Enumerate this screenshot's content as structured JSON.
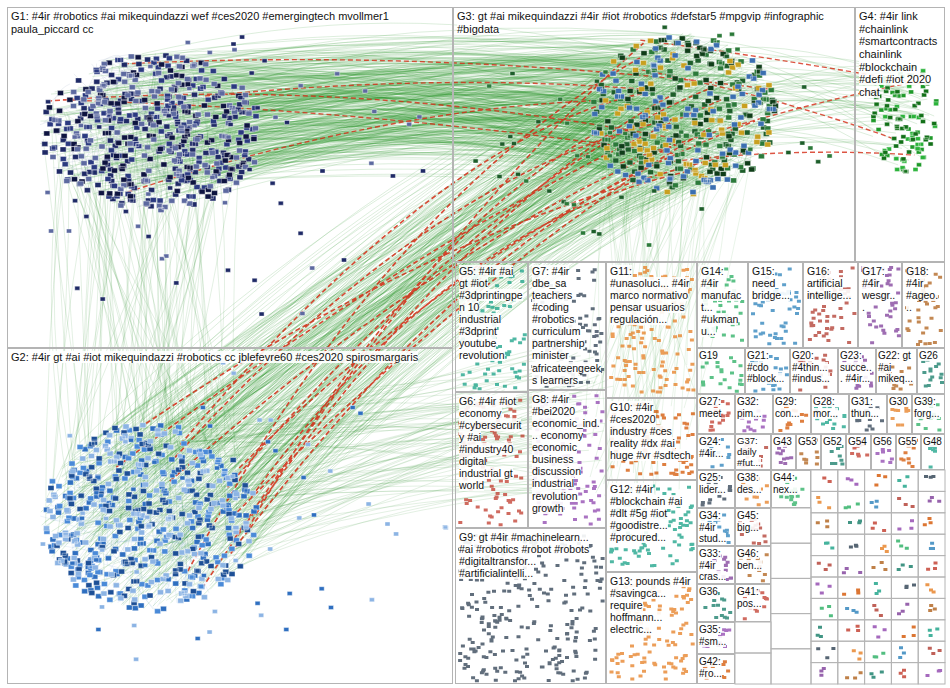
{
  "diagram": {
    "nodes": [
      {
        "text": [
          "G1: #4ir #robotics #ai mikequindazzi wef #ces2020 #emergingtech mvollmer1 paula_piccard cc"
        ]
      },
      {
        "text": [
          "G3: gt #ai mikequindazzi #4ir #iot #robotics #defstar5 #mpgvip #infographic #bigdata"
        ]
      },
      {
        "text": [
          "G4: #4ir link #chainlink #smartcontracts chainlink #blockchain #defi #iot 2020 chat"
        ]
      },
      {
        "text": [
          "G5: #4ir #ai gt #iot #3dprintingpen 10 industrial #3dprint youtube revolution"
        ]
      },
      {
        "text": [
          "G7: #4ir dbe_sa teachers #coding #robotics curriculum partnership minister africateengeeks learners"
        ]
      },
      {
        "text": [
          "G11: #unasoluci... #4ir marco normativo pensar usuarios regulación..."
        ]
      },
      {
        "text": [
          "G14: #4ir manufact... #ukmanu..."
        ]
      },
      {
        "text": [
          "G15: need bridge..."
        ]
      },
      {
        "text": [
          "G16: artificial intellige..."
        ]
      },
      {
        "text": [
          "G17: #4ir wesgr..."
        ]
      },
      {
        "text": [
          "G18: #4ir #ageo..."
        ]
      },
      {
        "text": [
          "G2: #4ir gt #ai #iot mikequindazzi #robotics cc jblefevre60 #ces2020 spirosmargaris"
        ]
      },
      {
        "text": [
          "G6: #4ir #iot economy #cybersecurity #ai #industry40 digital industrial gt world"
        ]
      },
      {
        "text": [
          "G8: #4ir #bei2020 economic_ind... economy economic business discussion industrial revolution growth"
        ]
      },
      {
        "text": [
          "G10: #4ir #ces2020 industry #ces reality #dx #ai huge #vr #sdtech"
        ]
      },
      {
        "text": [
          "G12: #4ir #blockchain #ai #dlt #5g #iot #goodistre... #procured..."
        ]
      },
      {
        "text": [
          "G9: gt #4ir #machinelearn... #ai #robotics #robot #robots #digitaltransfor... #artificialintelli..."
        ]
      },
      {
        "text": [
          "G13: pounds #4ir #savingca... require hoffmann... electric..."
        ]
      },
      {
        "text": [
          "G19"
        ]
      },
      {
        "text": [
          "G21: #cdo #block..."
        ]
      },
      {
        "text": [
          "G20: #4thin... #indus..."
        ]
      },
      {
        "text": [
          "G23: succe... #4ir..."
        ]
      },
      {
        "text": [
          "G22: gt #ai mikeq..."
        ]
      },
      {
        "text": [
          "G26"
        ]
      },
      {
        "text": [
          "G27: meet"
        ]
      },
      {
        "text": [
          "G32: pim..."
        ]
      },
      {
        "text": [
          "G29: con..."
        ]
      },
      {
        "text": [
          "G28: mor..."
        ]
      },
      {
        "text": [
          "G31: thun..."
        ]
      },
      {
        "text": [
          "G30"
        ]
      },
      {
        "text": [
          "G39: forg..."
        ]
      },
      {
        "text": [
          "G24: #4ir..."
        ]
      },
      {
        "text": [
          "G37: daily #fut..."
        ]
      },
      {
        "text": [
          "G43"
        ]
      },
      {
        "text": [
          "G53"
        ]
      },
      {
        "text": [
          "G52"
        ]
      },
      {
        "text": [
          "G54"
        ]
      },
      {
        "text": [
          "G56"
        ]
      },
      {
        "text": [
          "G55"
        ]
      },
      {
        "text": [
          "G48"
        ]
      },
      {
        "text": [
          "G25: lider..."
        ]
      },
      {
        "text": [
          "G38: des..."
        ]
      },
      {
        "text": [
          "G44: nex..."
        ]
      },
      {
        "text": [
          "G34: #4ir stud..."
        ]
      },
      {
        "text": [
          "G45: big..."
        ]
      },
      {
        "text": [
          "G33: #4ir cras..."
        ]
      },
      {
        "text": [
          "G46: ben..."
        ]
      },
      {
        "text": [
          "G36"
        ]
      },
      {
        "text": [
          "G41: pos..."
        ]
      },
      {
        "text": [
          "G35: #sm..."
        ]
      },
      {
        "text": [
          "G42: #ro..."
        ]
      }
    ]
  }
}
